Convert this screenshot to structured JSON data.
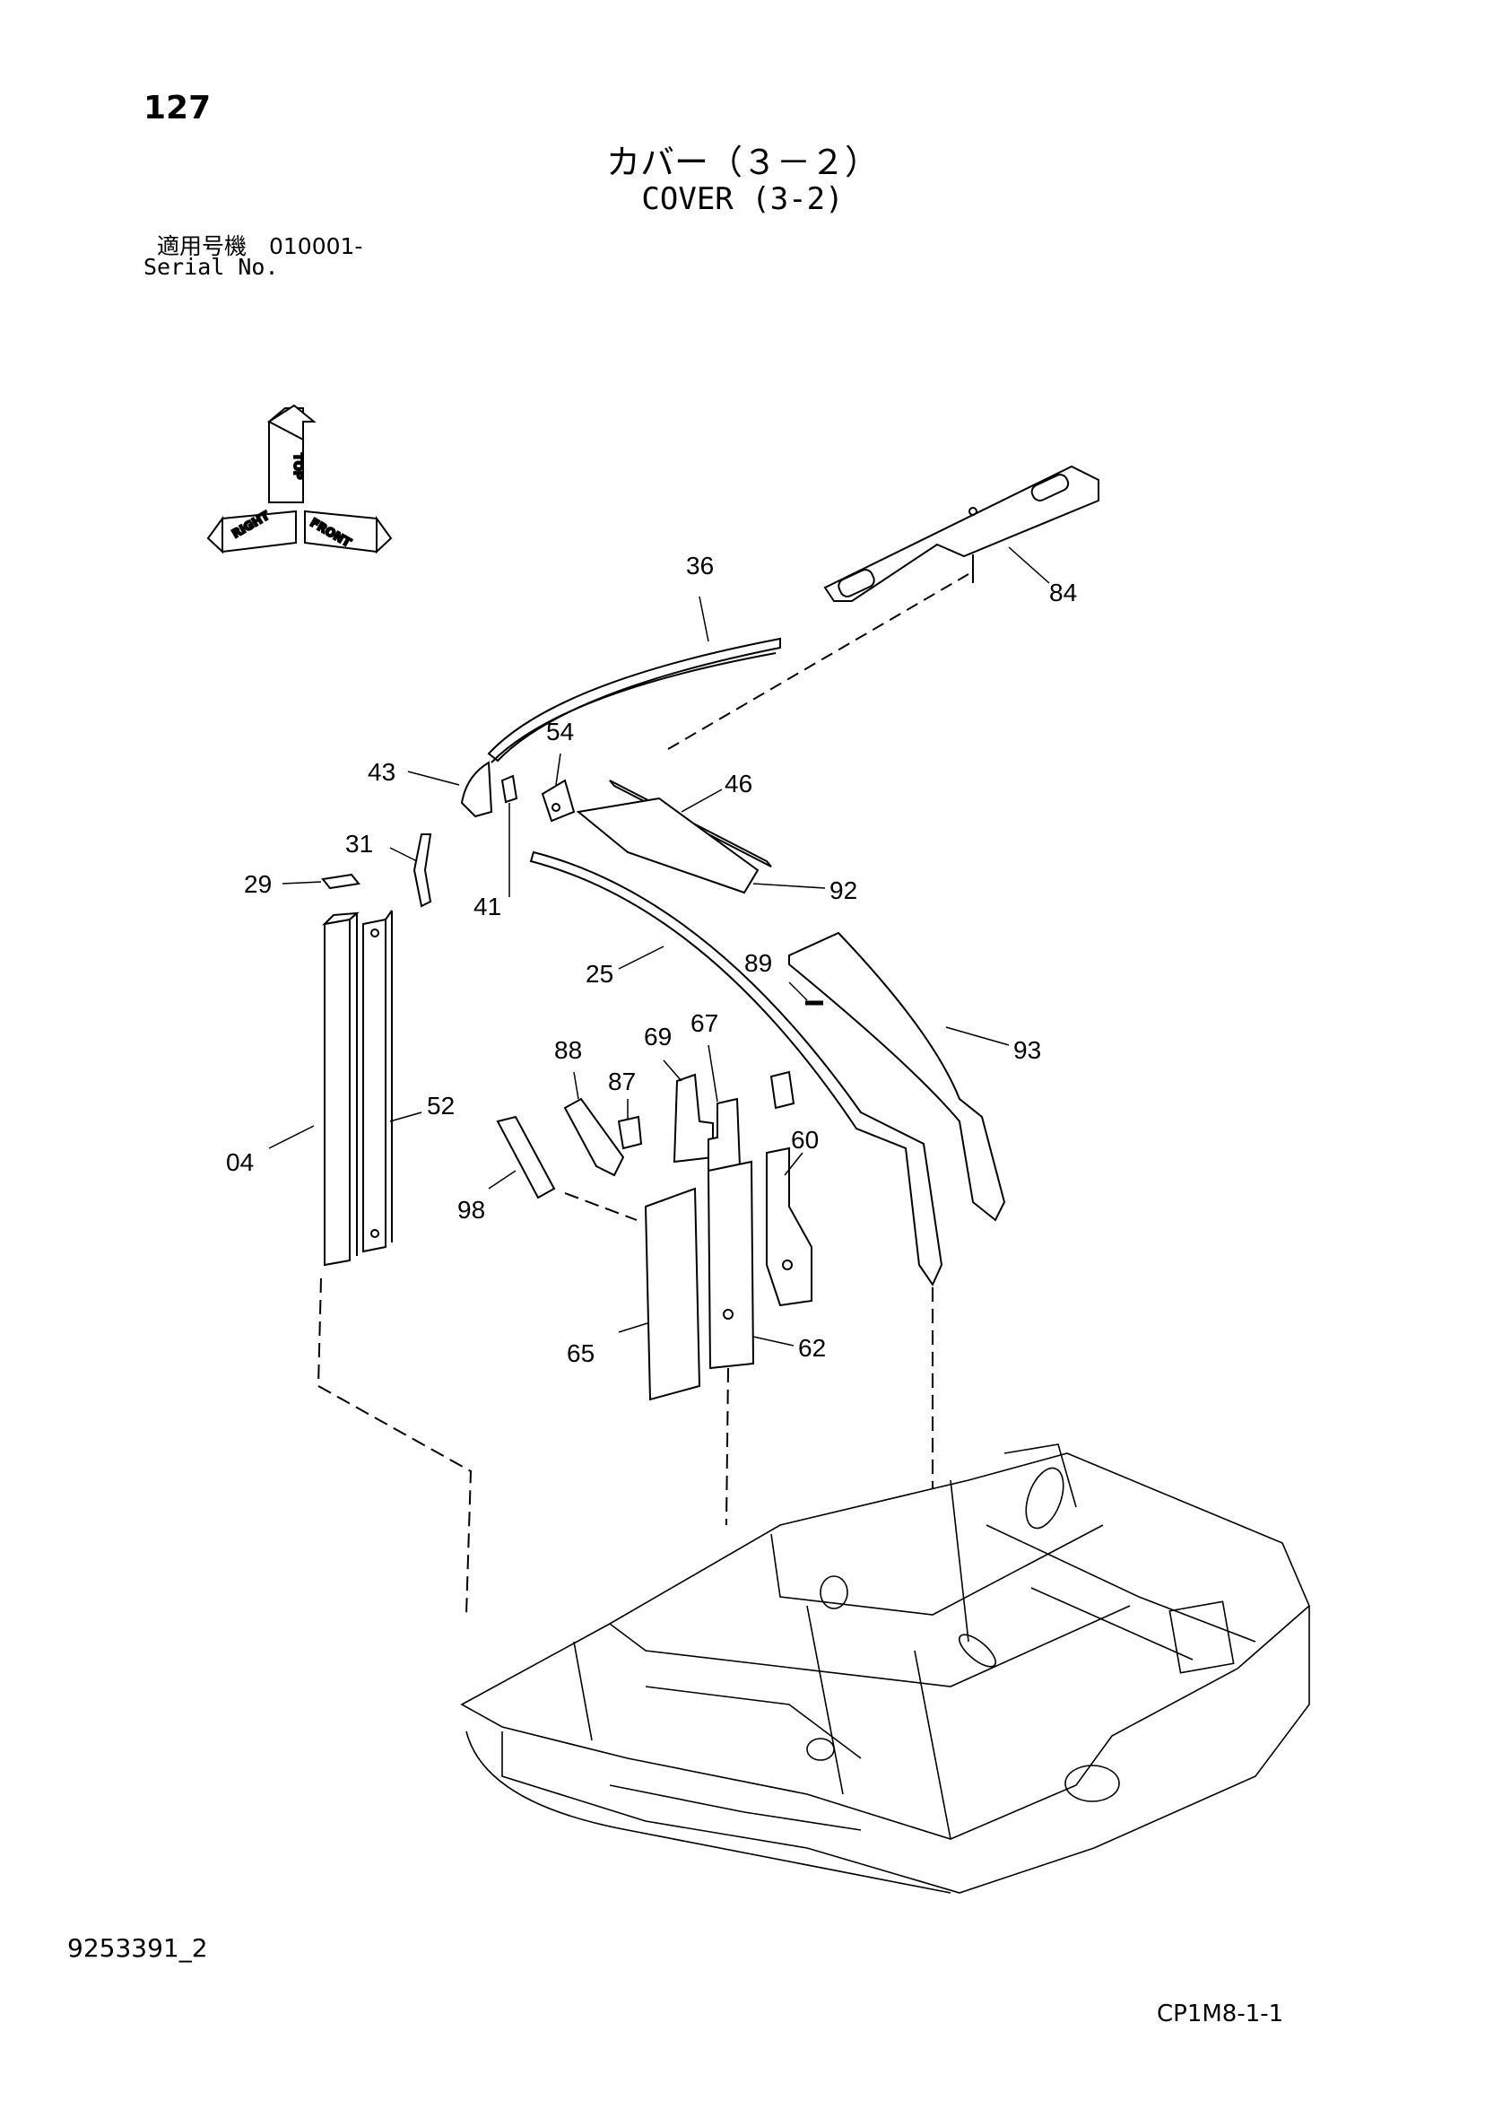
{
  "page_number": "127",
  "title_jp": "カバー（３－２）",
  "title_en": "COVER (3-2)",
  "serial_jp": "適用号機　010001-",
  "serial_en": "Serial No.",
  "doc_number": "9253391_2",
  "ref_code": "CP1M8-1-1",
  "direction_labels": {
    "top": "TOP",
    "right": "RIGHT",
    "front": "FRONT"
  },
  "callouts": {
    "c36": "36",
    "c84": "84",
    "c54": "54",
    "c46": "46",
    "c43": "43",
    "c41": "41",
    "c31": "31",
    "c29": "29",
    "c92": "92",
    "c25": "25",
    "c89": "89",
    "c93": "93",
    "c88": "88",
    "c69": "69",
    "c67": "67",
    "c87": "87",
    "c52": "52",
    "c04": "04",
    "c60": "60",
    "c98": "98",
    "c65": "65",
    "c62": "62"
  }
}
